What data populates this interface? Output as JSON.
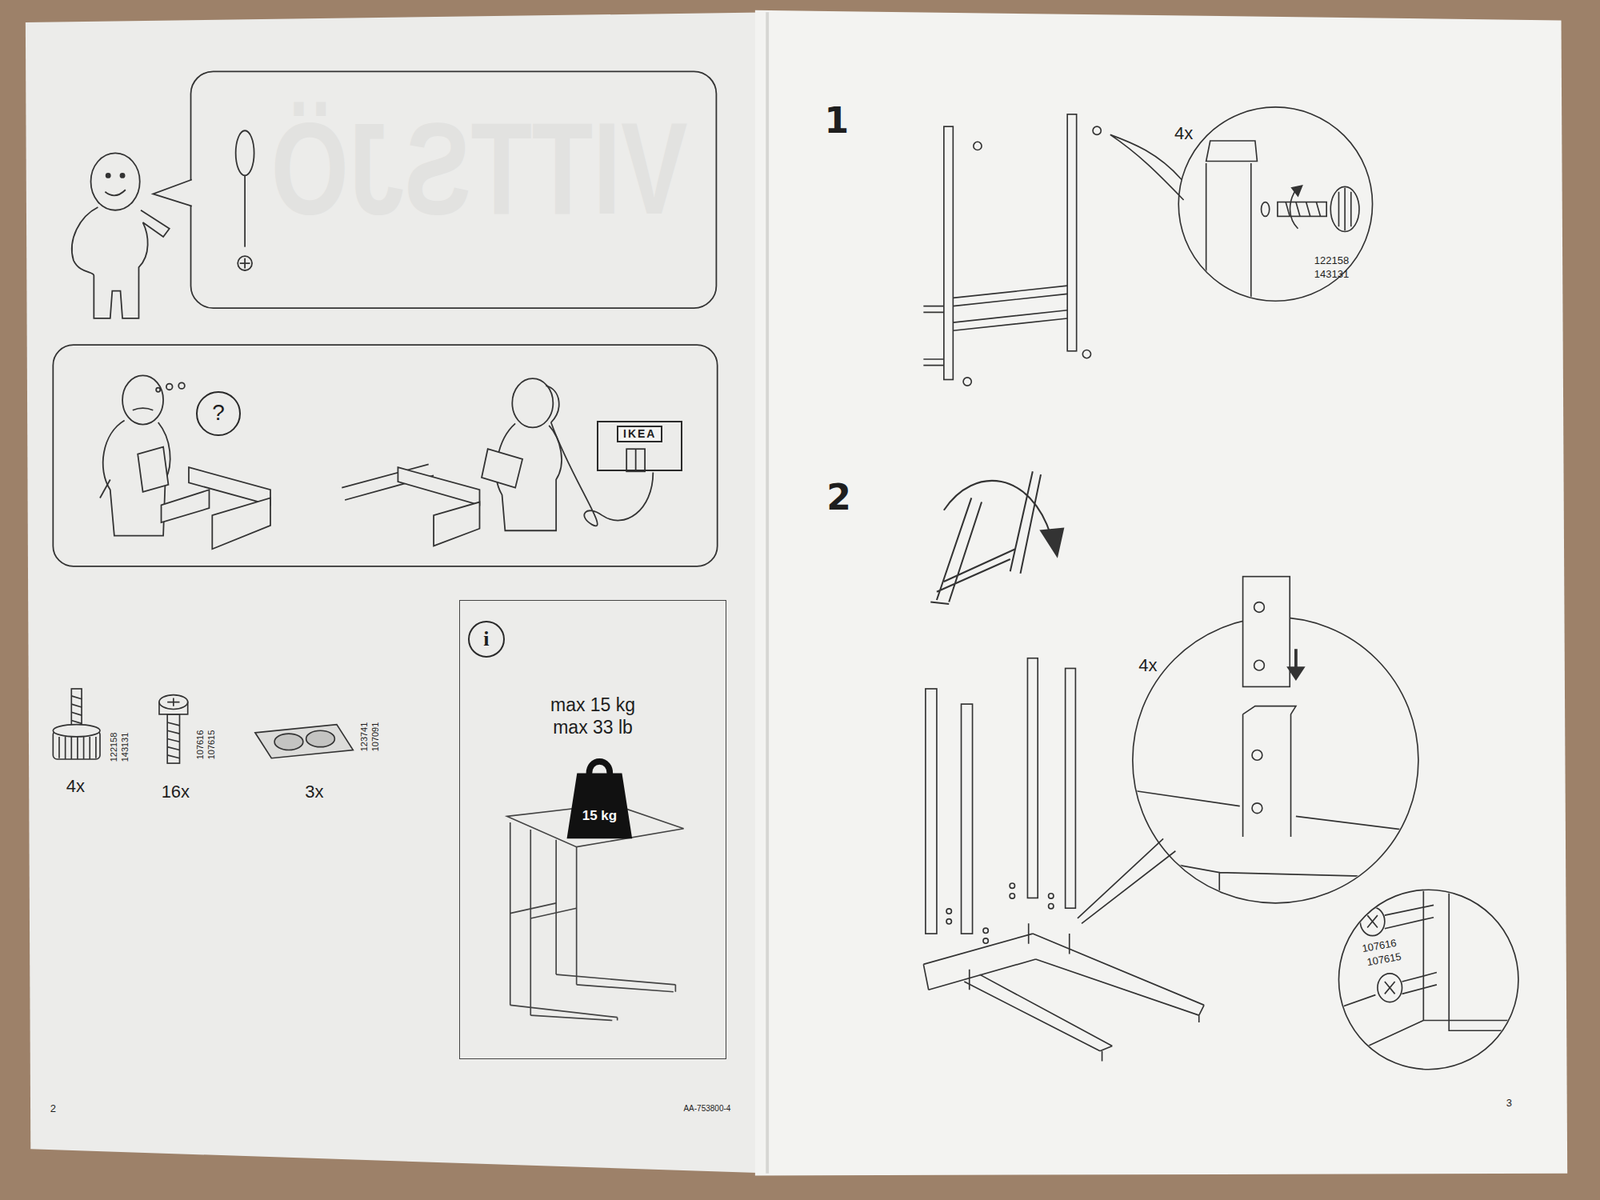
{
  "diagram": {
    "nodes": [
      {
        "text": [
          "?"
        ]
      },
      {
        "text": [
          "IKEA"
        ]
      },
      {
        "text": [
          "max 15 kg max 33 lb"
        ]
      },
      {
        "text": [
          "i"
        ],
        "in": 2
      },
      {
        "text": [
          "15 kg"
        ],
        "in": 2
      }
    ],
    "labels": [
      "VITTSJÖ",
      "4x",
      "122158",
      "143131",
      "16x",
      "107616",
      "107615",
      "3x",
      "123741",
      "107091",
      "2",
      "AA-753800-4",
      "1",
      "4x",
      "122158",
      "143131",
      "2",
      "4x",
      "107616",
      "107615",
      "3"
    ]
  }
}
